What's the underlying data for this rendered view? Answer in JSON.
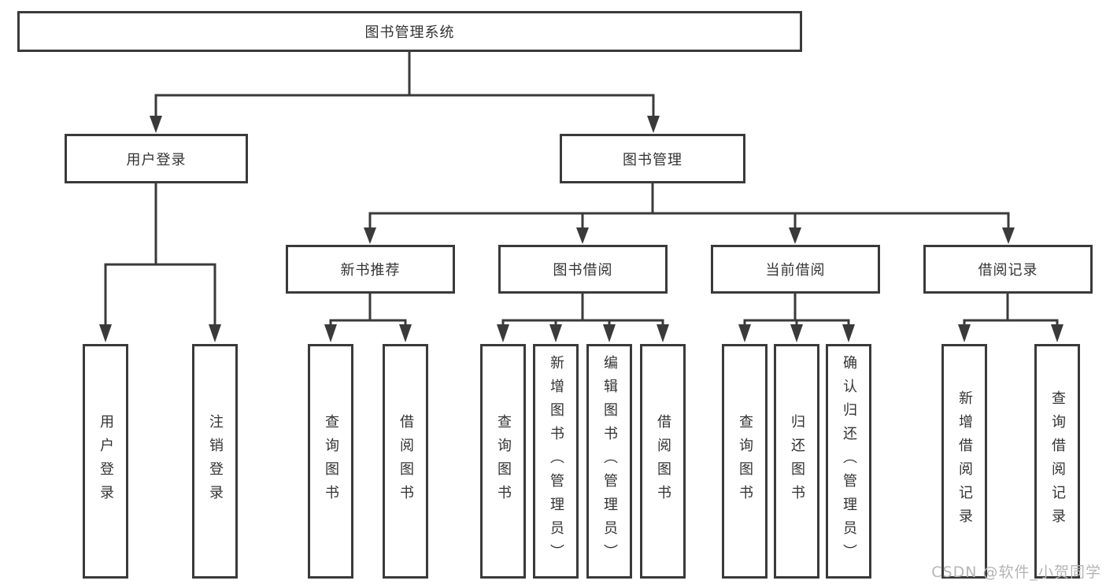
{
  "page": {
    "background": "#ffffff",
    "watermark": {
      "text": "CSDN @软件_小贺同学",
      "color": "#b5b5b5"
    }
  },
  "style": {
    "line_color": "#3a3a3a",
    "box_border_color": "#3a3a3a",
    "text_color": "#333333"
  },
  "tree": {
    "label": "图书管理系统",
    "children": [
      {
        "label": "用户登录",
        "children": [
          {
            "label": "用户登录"
          },
          {
            "label": "注销登录"
          }
        ]
      },
      {
        "label": "图书管理",
        "children": [
          {
            "label": "新书推荐",
            "children": [
              {
                "label": "查询图书"
              },
              {
                "label": "借阅图书"
              }
            ]
          },
          {
            "label": "图书借阅",
            "children": [
              {
                "label": "查询图书"
              },
              {
                "label": "新增图书（管理员）"
              },
              {
                "label": "编辑图书（管理员）"
              },
              {
                "label": "借阅图书"
              }
            ]
          },
          {
            "label": "当前借阅",
            "children": [
              {
                "label": "查询图书"
              },
              {
                "label": "归还图书"
              },
              {
                "label": "确认归还（管理员）"
              }
            ]
          },
          {
            "label": "借阅记录",
            "children": [
              {
                "label": "新增借阅记录"
              },
              {
                "label": "查询借阅记录"
              }
            ]
          }
        ]
      }
    ]
  }
}
